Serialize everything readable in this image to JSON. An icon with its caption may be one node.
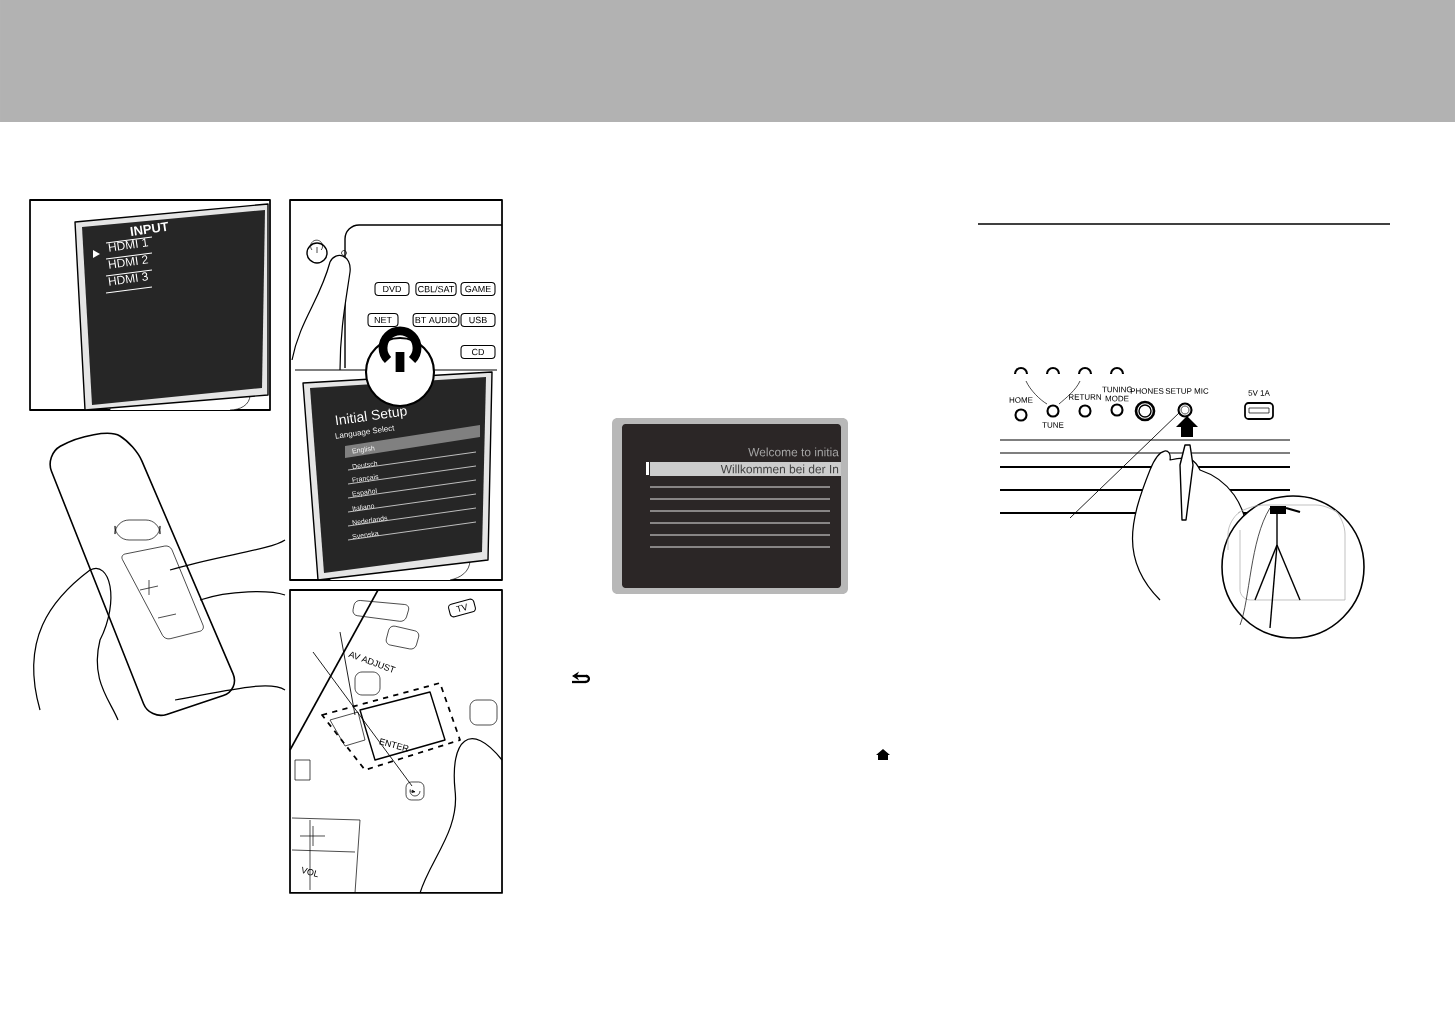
{
  "diagram": {
    "labels": [
      "INPUT",
      "HDMI 1",
      "HDMI 2",
      "HDMI 3",
      "DVD",
      "CBL/SAT",
      "GAME",
      "NET",
      "BT AUDIO",
      "USB",
      "CD",
      "Initial Setup",
      "Language Select",
      "English",
      "Deutsch",
      "Français",
      "Español",
      "Italiano",
      "Nederlands",
      "Svenska",
      "TV",
      "AV ADJUST",
      "ENTER",
      "VOL",
      "Welcome to initia",
      "Willkommen bei der In",
      "HOME",
      "TUNE",
      "RETURN",
      "TUNING MODE",
      "PHONES",
      "SETUP MIC",
      "5V 1A"
    ]
  }
}
